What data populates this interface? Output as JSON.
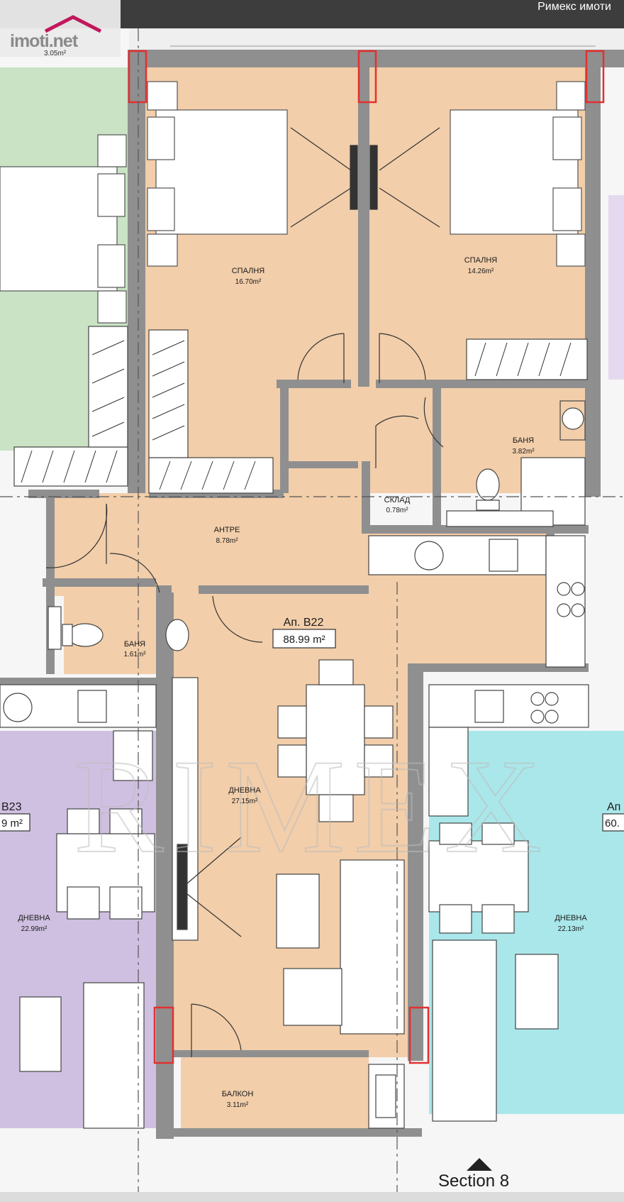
{
  "header": {
    "brand": "Римекс имоти",
    "logo": "imoti.net",
    "partial_label": "3.05m²"
  },
  "apartment": {
    "code": "Ап. В22",
    "area": "88.99 m²"
  },
  "rooms": {
    "bedroom1": {
      "name": "СПАЛНЯ",
      "area": "16.70m²"
    },
    "bedroom2": {
      "name": "СПАЛНЯ",
      "area": "14.26m²"
    },
    "bathroom_main": {
      "name": "БАНЯ",
      "area": "3.82m²"
    },
    "storage": {
      "name": "СКЛАД",
      "area": "0.78m²"
    },
    "hall": {
      "name": "АНТРЕ",
      "area": "8.78m²"
    },
    "bathroom_small": {
      "name": "БАНЯ",
      "area": "1.61m²"
    },
    "living": {
      "name": "ДНЕВНА",
      "area": "27.15m²"
    },
    "balcony": {
      "name": "БАЛКОН",
      "area": "3.11m²"
    }
  },
  "neighbors": {
    "left": {
      "code": "В23",
      "area_partial": "9 m²",
      "room": "ДНЕВНА",
      "room_area": "22.99m²"
    },
    "right": {
      "code": "Ап",
      "area_partial": "60.",
      "room": "ДНЕВНА",
      "room_area": "22.13m²"
    }
  },
  "footer": {
    "section": "Section 8"
  },
  "watermark": "RIMEX",
  "colors": {
    "apartment_fill": "#f2ceaa",
    "left_neighbor_fill": "#cfc0e1",
    "right_neighbor_fill": "#aae7ea",
    "top_left_fill": "#c9e3c4",
    "wall": "#8f8f8f",
    "column_marker": "#e23030"
  }
}
